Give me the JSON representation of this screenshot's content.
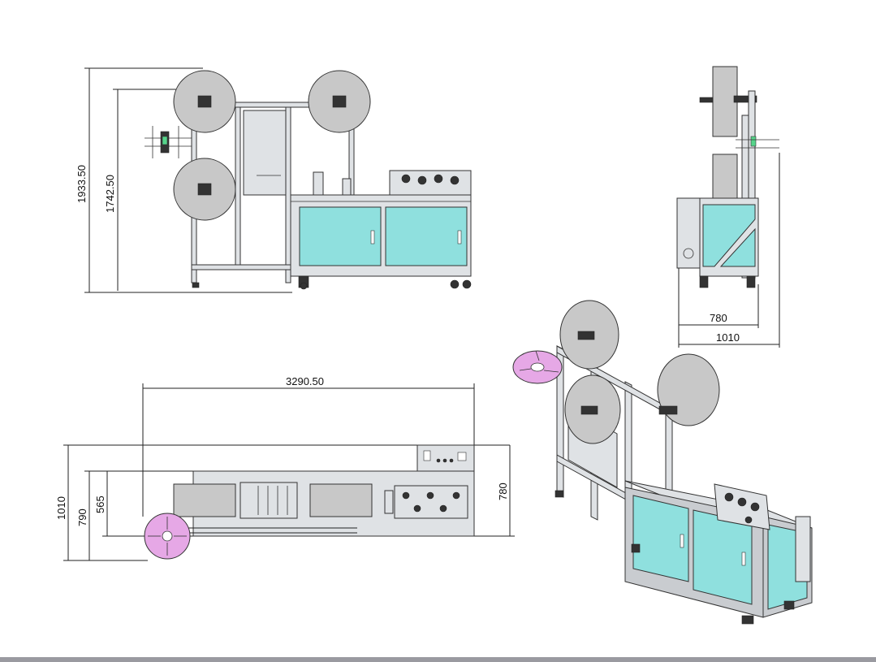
{
  "dimensions": {
    "front_height_total": "1933.50",
    "front_height_frame": "1742.50",
    "side_width_inner": "780",
    "side_width_outer": "1010",
    "top_length": "3290.50",
    "top_width_outer": "1010",
    "top_width_mid": "790",
    "top_width_inner": "565",
    "top_width_right": "780"
  },
  "colors": {
    "frame": "#c9ccd0",
    "cabinet_panel": "#8fe0de",
    "reel": "#c8c8c8",
    "ear_loop_reel": "#e6a8e6"
  }
}
